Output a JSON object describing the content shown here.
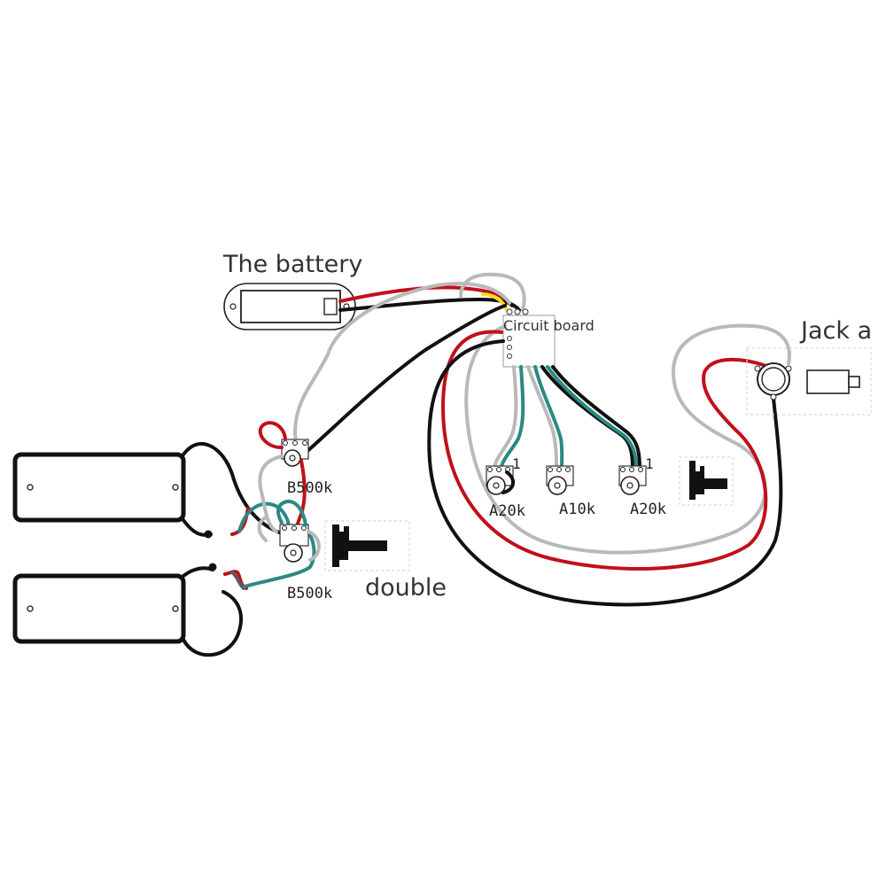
{
  "labels": {
    "battery": "The battery",
    "circuit_board": "Circuit board",
    "jack": "Jack a",
    "pot_volume_top": "B500k",
    "pot_volume_bottom": "B500k",
    "switch_type": "double",
    "pot_a20k_left": "A20k",
    "pot_a10k": "A10k",
    "pot_a20k_right": "A20k",
    "pin1_left": "1",
    "pin1_right": "1"
  },
  "colors": {
    "red_wire": "#c0101a",
    "black_wire": "#111111",
    "gray_wire": "#b9b9b9",
    "teal_wire": "#2a8a82",
    "yellow_wire": "#f2e21a"
  }
}
